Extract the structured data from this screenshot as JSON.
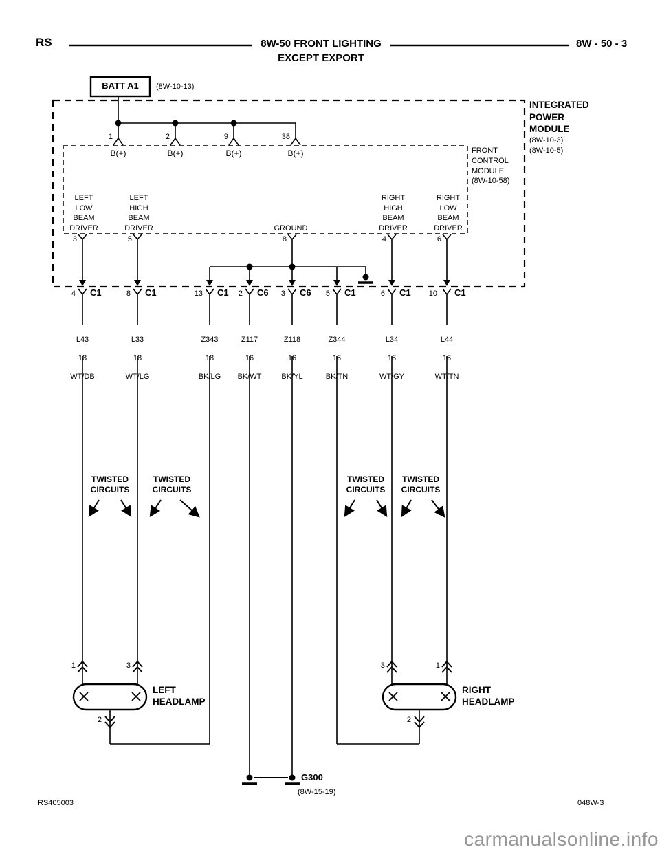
{
  "header": {
    "model_code": "RS",
    "title": "8W-50 FRONT LIGHTING",
    "subtitle": "EXCEPT EXPORT",
    "page_number": "8W - 50 - 3"
  },
  "battery_feed": {
    "label": "BATT A1",
    "reference": "(8W-10-13)"
  },
  "integrated_power_module": {
    "name": "INTEGRATED\nPOWER\nMODULE",
    "references": "(8W-10-3)\n(8W-10-5)"
  },
  "front_control_module": {
    "name": "FRONT\nCONTROL\nMODULE",
    "reference": "(8W-10-58)"
  },
  "b_plus_pins": [
    {
      "pin": "1",
      "label": "B(+)"
    },
    {
      "pin": "2",
      "label": "B(+)"
    },
    {
      "pin": "9",
      "label": "B(+)"
    },
    {
      "pin": "38",
      "label": "B(+)"
    }
  ],
  "fcm_outputs": [
    {
      "pin": "3",
      "function": "LEFT\nLOW\nBEAM\nDRIVER"
    },
    {
      "pin": "5",
      "function": "LEFT\nHIGH\nBEAM\nDRIVER"
    },
    {
      "pin": "8",
      "function": "GROUND"
    },
    {
      "pin": "4",
      "function": "RIGHT\nHIGH\nBEAM\nDRIVER"
    },
    {
      "pin": "6",
      "function": "RIGHT\nLOW\nBEAM\nDRIVER"
    }
  ],
  "ipm_connectors": [
    {
      "pin": "4",
      "connector": "C1"
    },
    {
      "pin": "8",
      "connector": "C1"
    },
    {
      "pin": "13",
      "connector": "C1"
    },
    {
      "pin": "2",
      "connector": "C6"
    },
    {
      "pin": "3",
      "connector": "C6"
    },
    {
      "pin": "5",
      "connector": "C1"
    },
    {
      "pin": "6",
      "connector": "C1"
    },
    {
      "pin": "10",
      "connector": "C1"
    }
  ],
  "wires": [
    {
      "circuit": "L43",
      "gauge": "18",
      "color": "WT/DB"
    },
    {
      "circuit": "L33",
      "gauge": "18",
      "color": "WT/LG"
    },
    {
      "circuit": "Z343",
      "gauge": "18",
      "color": "BK/LG"
    },
    {
      "circuit": "Z117",
      "gauge": "16",
      "color": "BK/WT"
    },
    {
      "circuit": "Z118",
      "gauge": "16",
      "color": "BK/YL"
    },
    {
      "circuit": "Z344",
      "gauge": "16",
      "color": "BK/TN"
    },
    {
      "circuit": "L34",
      "gauge": "16",
      "color": "WT/GY"
    },
    {
      "circuit": "L44",
      "gauge": "16",
      "color": "WT/TN"
    }
  ],
  "twisted_circuits_label": "TWISTED\nCIRCUITS",
  "left_headlamp": {
    "name": "LEFT\nHEADLAMP",
    "pin_top_left": "1",
    "pin_top_right": "3",
    "pin_bottom": "2"
  },
  "right_headlamp": {
    "name": "RIGHT\nHEADLAMP",
    "pin_top_left": "3",
    "pin_top_right": "1",
    "pin_bottom": "2"
  },
  "ground": {
    "label": "G300",
    "reference": "(8W-15-19)"
  },
  "footer": {
    "drawing_number": "RS405003",
    "sheet_number": "048W-3"
  },
  "watermark": "carmanualsonline.info",
  "colors": {
    "line": "#000000",
    "watermark": "#969696",
    "background": "#ffffff"
  }
}
